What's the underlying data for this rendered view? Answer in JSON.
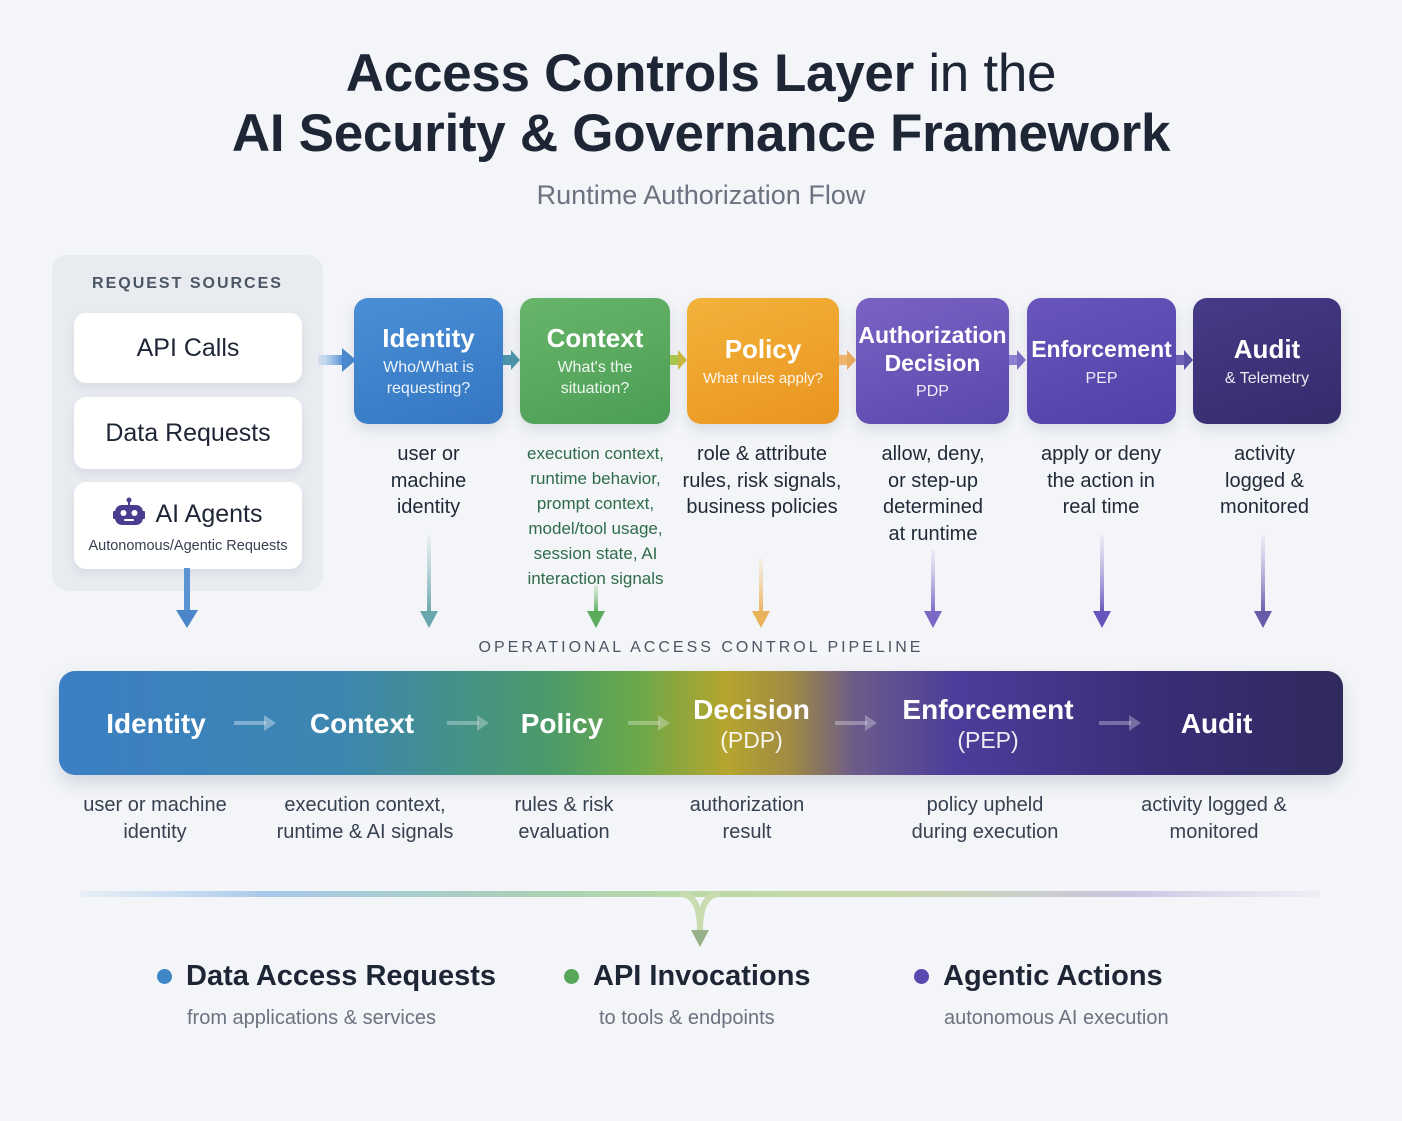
{
  "header": {
    "title_line1_bold": "Access Controls Layer",
    "title_line1_light": " in the",
    "title_line2": "AI Security & Governance Framework",
    "subtitle": "Runtime Authorization Flow"
  },
  "request_sources": {
    "label": "REQUEST SOURCES",
    "items": [
      {
        "label": "API Calls",
        "sub": ""
      },
      {
        "label": "Data Requests",
        "sub": ""
      },
      {
        "label": "AI Agents",
        "sub": "Autonomous/Agentic Requests",
        "icon": "robot-icon",
        "icon_color": "#4a3d8f"
      }
    ]
  },
  "flow_steps": [
    {
      "title": "Identity",
      "subtitle": "Who/What is requesting?",
      "description": "user or machine identity",
      "color": "#3a82cc"
    },
    {
      "title": "Context",
      "subtitle": "What's the situation?",
      "description": "execution context, runtime behavior, prompt context, model/tool usage, session state, AI interaction signals",
      "color": "#5aab5a"
    },
    {
      "title": "Policy",
      "subtitle": "What rules apply?",
      "description": "role & attribute rules, risk signals, business policies",
      "color": "#efa52a"
    },
    {
      "title": "Authorization Decision",
      "subtitle": "PDP",
      "description": "allow, deny, or step-up determined at runtime",
      "color": "#6a52b8"
    },
    {
      "title": "Enforcement",
      "subtitle": "PEP",
      "description": "apply or deny the action in real time",
      "color": "#5c4cb5"
    },
    {
      "title": "Audit",
      "subtitle": "& Telemetry",
      "description": "activity logged & monitored",
      "color": "#3e3479"
    }
  ],
  "pipeline": {
    "label": "OPERATIONAL ACCESS CONTROL PIPELINE",
    "steps": [
      {
        "title": "Identity",
        "sub": "",
        "description": "user or machine identity"
      },
      {
        "title": "Context",
        "sub": "",
        "description": "execution context, runtime & AI signals"
      },
      {
        "title": "Policy",
        "sub": "",
        "description": "rules & risk evaluation"
      },
      {
        "title": "Decision",
        "sub": "(PDP)",
        "description": "authorization result"
      },
      {
        "title": "Enforcement",
        "sub": "(PEP)",
        "description": "policy upheld during execution"
      },
      {
        "title": "Audit",
        "sub": "",
        "description": "activity logged & monitored"
      }
    ]
  },
  "outcomes": [
    {
      "title": "Data Access Requests",
      "sub": "from applications & services",
      "color": "#3e86c6"
    },
    {
      "title": "API Invocations",
      "sub": "to tools & endpoints",
      "color": "#58a65a"
    },
    {
      "title": "Agentic Actions",
      "sub": "autonomous AI execution",
      "color": "#5b48b0"
    }
  ]
}
